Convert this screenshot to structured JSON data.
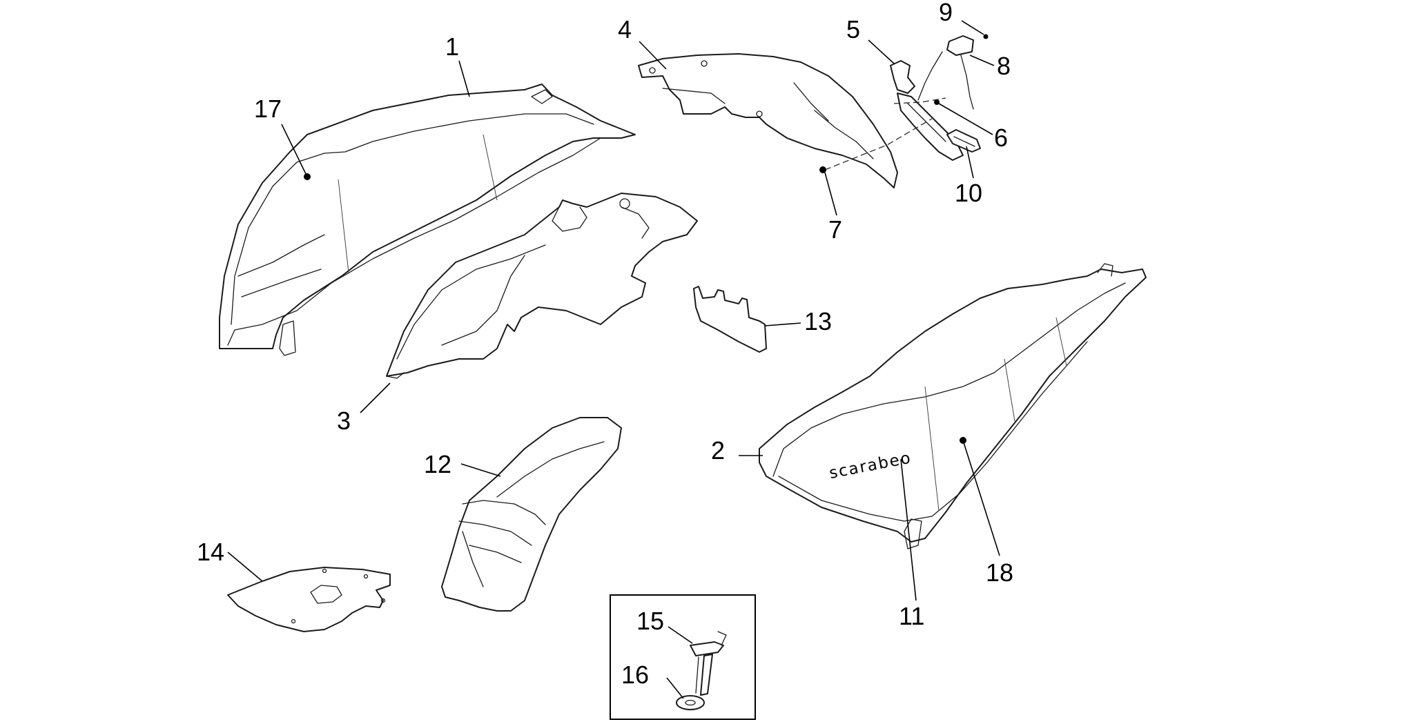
{
  "callouts": {
    "c1": "1",
    "c2": "2",
    "c3": "3",
    "c4": "4",
    "c5": "5",
    "c6": "6",
    "c7": "7",
    "c8": "8",
    "c9": "9",
    "c10": "10",
    "c11": "11",
    "c12": "12",
    "c13": "13",
    "c14": "14",
    "c15": "15",
    "c16": "16",
    "c17": "17",
    "c18": "18"
  },
  "decal_text": "scarabeo",
  "colors": {
    "line": "#1a1a1a",
    "background": "#ffffff"
  }
}
